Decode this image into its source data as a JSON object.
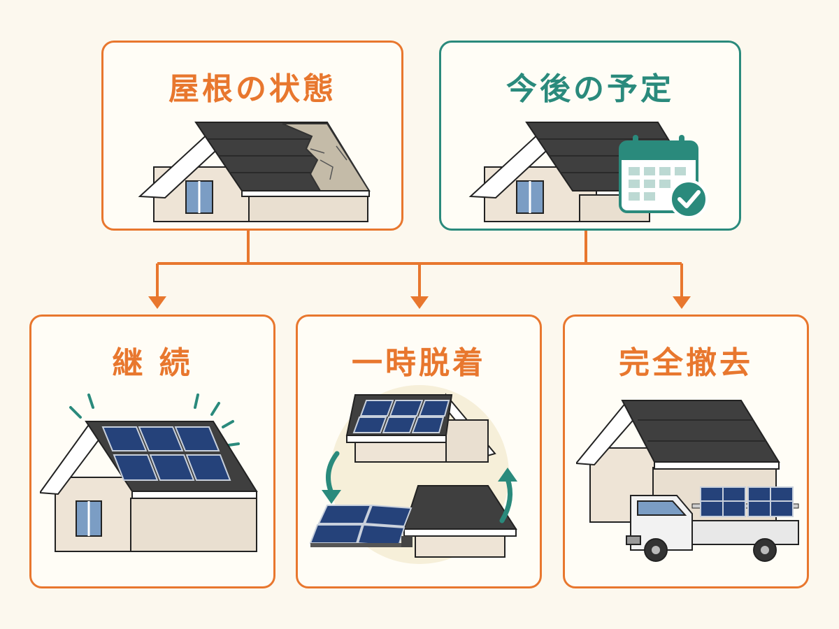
{
  "top_cards": [
    {
      "title": "屋根の状態",
      "icon": "damaged-roof-house",
      "accent": "#e8772e"
    },
    {
      "title": "今後の予定",
      "icon": "house-with-calendar-check",
      "accent": "#2a8a7c"
    }
  ],
  "bottom_cards": [
    {
      "title": "継 続",
      "icon": "house-with-solar-panels",
      "accent": "#e8772e"
    },
    {
      "title": "一時脱着",
      "icon": "solar-panel-temporary-removal",
      "accent": "#e8772e"
    },
    {
      "title": "完全撤去",
      "icon": "solar-panel-removal-truck",
      "accent": "#e8772e"
    }
  ],
  "colors": {
    "orange": "#e8772e",
    "teal": "#2a8a7c",
    "background": "#fcf8ee"
  }
}
